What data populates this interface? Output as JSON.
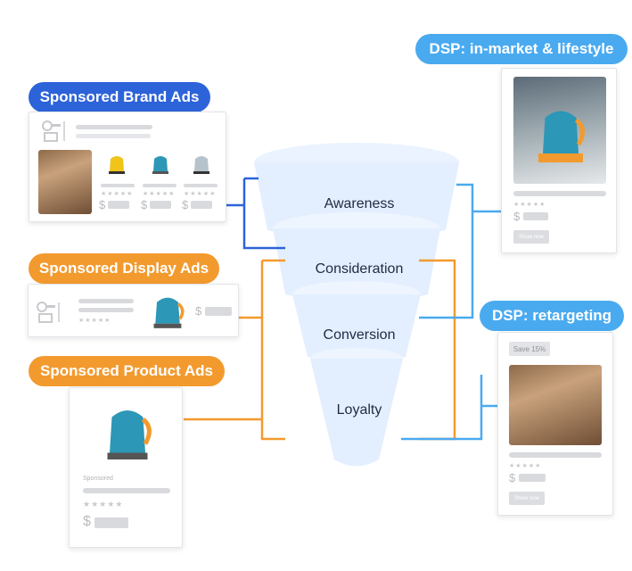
{
  "labels": {
    "brand": "Sponsored Brand Ads",
    "display": "Sponsored Display Ads",
    "product": "Sponsored Product Ads",
    "dsp_market": "DSP: in-market & lifestyle",
    "dsp_retarget": "DSP: retargeting"
  },
  "funnel": {
    "awareness": "Awareness",
    "consideration": "Consideration",
    "conversion": "Conversion",
    "loyalty": "Loyalty"
  },
  "cards": {
    "product_sponsored": "Sponsored",
    "show_now": "Show now",
    "save_badge": "Save 15%",
    "dollar": "$",
    "stars": "★★★★★"
  },
  "colors": {
    "brand_blue": "#2d63d9",
    "orange": "#f39a2e",
    "light_blue": "#4aaaf0",
    "funnel": "#e3efff",
    "kettle_teal": "#2c97b7",
    "kettle_yellow": "#f0c419"
  }
}
